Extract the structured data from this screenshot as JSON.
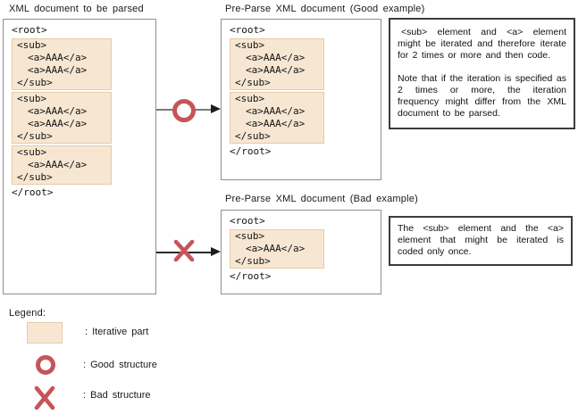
{
  "colors": {
    "iterative_part_fill": "#f7e7d2",
    "iterative_part_border": "#e6cba8",
    "structure_marker_red": "#c75459",
    "doc_box_border": "#8f8f8f",
    "note_box_border": "#3c3c3c"
  },
  "source": {
    "title": "XML document to be parsed",
    "root_open": "<root>",
    "root_close": "</root>",
    "blocks": [
      {
        "open": "<sub>",
        "items": [
          "<a>AAA</a>",
          "<a>AAA</a>"
        ],
        "close": "</sub>"
      },
      {
        "open": "<sub>",
        "items": [
          "<a>AAA</a>",
          "<a>AAA</a>"
        ],
        "close": "</sub>"
      },
      {
        "open": "<sub>",
        "items": [
          "<a>AAA</a>"
        ],
        "close": "</sub>"
      }
    ]
  },
  "good": {
    "title": "Pre-Parse XML document (Good example)",
    "root_open": "<root>",
    "root_close": "</root>",
    "blocks": [
      {
        "open": "<sub>",
        "items": [
          "<a>AAA</a>",
          "<a>AAA</a>"
        ],
        "close": "</sub>"
      },
      {
        "open": "<sub>",
        "items": [
          "<a>AAA</a>",
          "<a>AAA</a>"
        ],
        "close": "</sub>"
      }
    ],
    "note_p1": "<sub> element and <a> element might be iterated and therefore iterate for 2 times or more and then code.",
    "note_p2": "Note that if the iteration is specified as 2 times or more, the iteration frequency might differ from the XML document to be parsed."
  },
  "bad": {
    "title": "Pre-Parse XML document (Bad example)",
    "root_open": "<root>",
    "root_close": "</root>",
    "blocks": [
      {
        "open": "<sub>",
        "items": [
          "<a>AAA</a>"
        ],
        "close": "</sub>"
      }
    ],
    "note_p1": "The <sub> element and the <a> element that might be iterated is coded only once."
  },
  "legend": {
    "title": "Legend:",
    "items": [
      {
        "label": ": Iterative part"
      },
      {
        "label": ": Good structure"
      },
      {
        "label": ": Bad structure"
      }
    ]
  }
}
